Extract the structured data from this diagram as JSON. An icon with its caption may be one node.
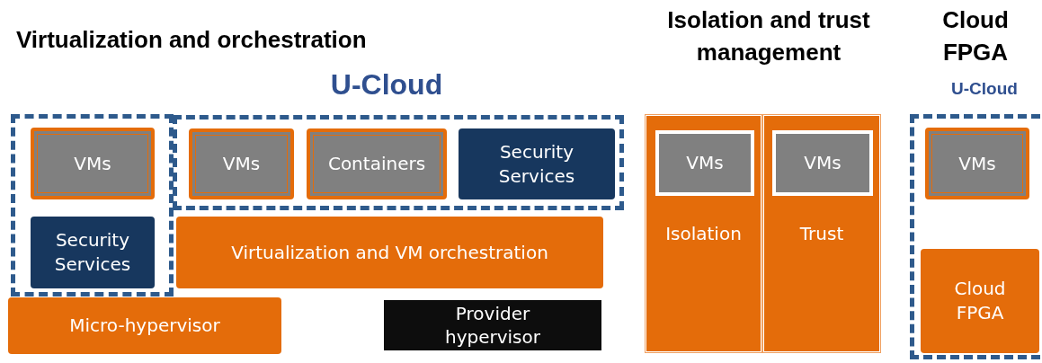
{
  "diagram": {
    "nodes": [
      {
        "text": [],
        "shape": "box"
      },
      {
        "text": [
          "VMs"
        ],
        "in": 0
      },
      {
        "text": [
          "Security Services"
        ],
        "in": 0
      },
      {
        "text": [],
        "shape": "box"
      },
      {
        "text": [
          "VMs"
        ],
        "in": 3
      },
      {
        "text": [
          "Containers"
        ],
        "in": 3
      },
      {
        "text": [
          "Security Services"
        ],
        "in": 3
      },
      {
        "text": [
          "Virtualization and VM orchestration"
        ]
      },
      {
        "text": [
          "Micro-hypervisor"
        ]
      },
      {
        "text": [
          "Provider hypervisor"
        ]
      },
      {
        "text": [
          "Isolation"
        ]
      },
      {
        "text": [
          "VMs"
        ],
        "in": 10
      },
      {
        "text": [
          "Trust"
        ]
      },
      {
        "text": [
          "VMs"
        ],
        "in": 12
      },
      {
        "text": [],
        "shape": "box"
      },
      {
        "text": [
          "VMs"
        ],
        "in": 14
      },
      {
        "text": [
          "Cloud FPGA"
        ],
        "in": 14
      }
    ],
    "labels": [
      "Virtualization and orchestration",
      "U-Cloud",
      "Isolation and trust management",
      "Cloud FPGA",
      "U-Cloud"
    ]
  }
}
